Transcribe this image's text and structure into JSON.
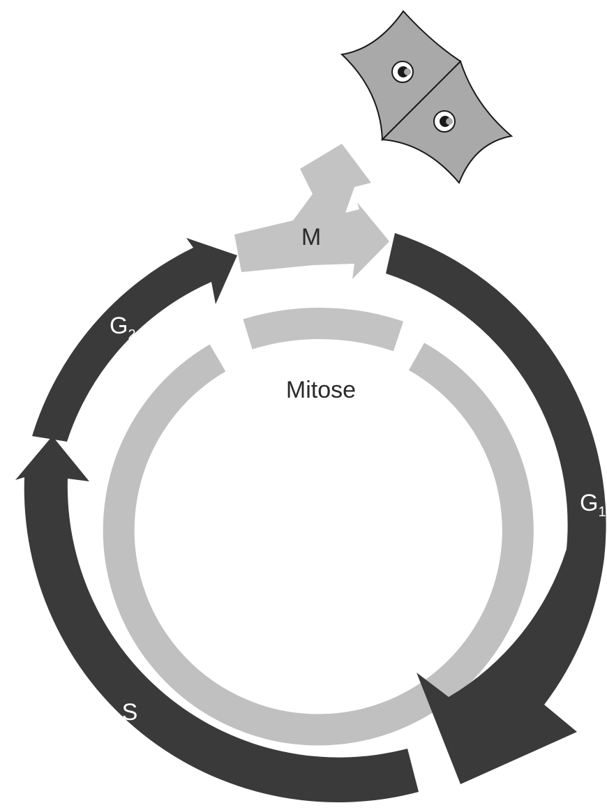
{
  "colors": {
    "background": "#ffffff",
    "phase_arrow": "#3a3a3a",
    "mitosis_light": "#c3c3c3",
    "inner_ring": "#c0c0c0",
    "label_light": "#ffffff",
    "label_dark": "#2a2a2a",
    "cell_fill": "#a9a9a9",
    "cell_stroke": "#1a1a1a",
    "nucleus_fill": "#ffffff",
    "nucleus_stroke": "#1a1a1a"
  },
  "labels": {
    "mitose": "Mitose",
    "m": "M",
    "g1_base": "G",
    "g1_sub": "1",
    "g2_base": "G",
    "g2_sub": "2",
    "s": "S"
  }
}
